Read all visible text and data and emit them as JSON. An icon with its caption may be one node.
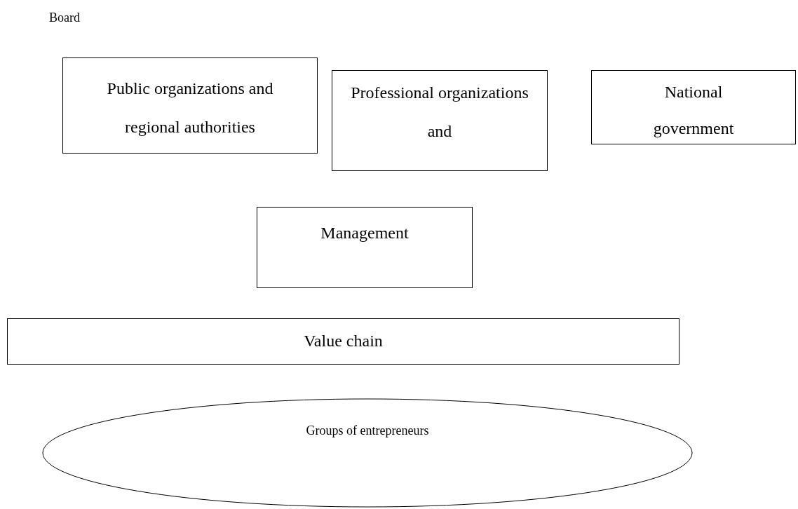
{
  "diagram": {
    "nodes": [
      {
        "text": [
          "Public organizations and regional authorities"
        ]
      },
      {
        "text": [
          "Professional organizations and"
        ]
      },
      {
        "text": [
          "National government"
        ]
      },
      {
        "text": [
          "Management"
        ]
      },
      {
        "text": [
          "Value chain"
        ]
      },
      {
        "text": [
          "Groups of entrepreneurs"
        ]
      }
    ],
    "labels": [
      "Board"
    ]
  }
}
